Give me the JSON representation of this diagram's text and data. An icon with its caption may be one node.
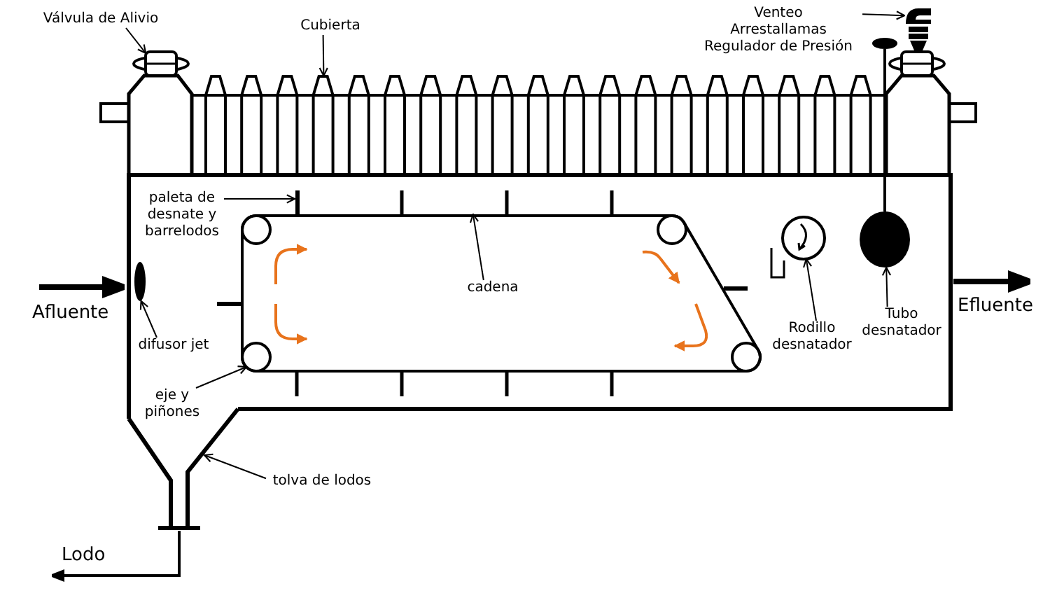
{
  "diagram": {
    "nodes": [
      {
        "text": [
          "Válvula de Alivio"
        ]
      },
      {
        "text": [],
        "shape": "picture"
      },
      {
        "text": [
          "Cubierta"
        ]
      },
      {
        "text": [],
        "shape": "picture"
      },
      {
        "text": [
          "Venteo",
          "Arrestallamas",
          "Regulador de Presión"
        ]
      },
      {
        "text": [],
        "shape": "picture"
      },
      {
        "text": [],
        "shape": "picture"
      },
      {
        "text": [],
        "shape": "picture"
      },
      {
        "text": [
          "paleta de desnate y barrelodos"
        ],
        "in": 7
      },
      {
        "text": [],
        "shape": "bar",
        "in": 7
      },
      {
        "text": [],
        "shape": "picture",
        "in": 7
      },
      {
        "text": [
          "cadena"
        ],
        "in": 10
      },
      {
        "text": [],
        "shape": "circle",
        "in": 10
      },
      {
        "text": [],
        "shape": "circle",
        "in": 10
      },
      {
        "text": [
          "difusor jet"
        ],
        "in": 7
      },
      {
        "text": [],
        "shape": "ellipse",
        "in": 7
      },
      {
        "text": [
          "eje y piñones"
        ],
        "in": 7
      },
      {
        "text": [],
        "shape": "circle",
        "in": 10
      },
      {
        "text": [],
        "shape": "circle",
        "in": 10
      },
      {
        "text": [
          "Rodillo desnatador"
        ],
        "in": 7
      },
      {
        "text": [],
        "shape": "circle",
        "in": 7
      },
      {
        "text": [
          "Tubo desnatador"
        ],
        "in": 7
      },
      {
        "text": [],
        "shape": "ellipse",
        "in": 7
      },
      {
        "text": [],
        "shape": "picture"
      },
      {
        "text": [
          "tolva de lodos"
        ]
      },
      {
        "text": [],
        "shape": "ellipse"
      }
    ],
    "edges": [
      {
        "from": 0,
        "to": 1,
        "arrow": "to"
      },
      {
        "from": 2,
        "to": 3,
        "arrow": "to"
      },
      {
        "from": 4,
        "to": 5,
        "arrow": "to"
      },
      {
        "from": null,
        "to": 7,
        "arrow": "to",
        "label": "Afluente",
        "style": "thick"
      },
      {
        "from": 8,
        "to": 9,
        "arrow": "to"
      },
      {
        "from": 11,
        "to": 10,
        "arrow": "to"
      },
      {
        "from": 14,
        "to": 15,
        "arrow": "to"
      },
      {
        "from": 16,
        "to": 17,
        "arrow": "to"
      },
      {
        "from": 19,
        "to": 20,
        "arrow": "to"
      },
      {
        "from": 21,
        "to": 22,
        "arrow": "to"
      },
      {
        "from": 7,
        "to": null,
        "arrow": "to",
        "label": "Efluente",
        "style": "thick"
      },
      {
        "from": 24,
        "to": 23,
        "arrow": "to"
      },
      {
        "from": 23,
        "to": null,
        "arrow": "to",
        "label": "Lodo"
      },
      {
        "from": 22,
        "to": 25,
        "arrow": "none"
      }
    ]
  }
}
